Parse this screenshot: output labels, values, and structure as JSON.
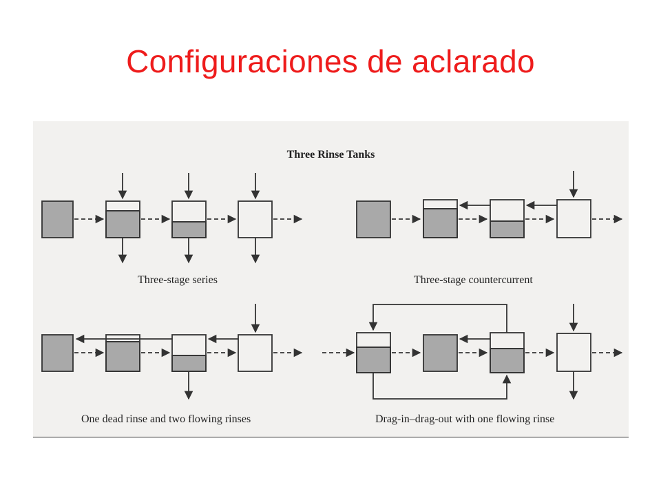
{
  "slide": {
    "title": "Configuraciones de aclarado"
  },
  "figure": {
    "heading": "Three Rinse Tanks",
    "captions": {
      "series": "Three-stage series",
      "countercurrent": "Three-stage countercurrent",
      "dead_rinse": "One dead rinse and two flowing rinses",
      "drag_in": "Drag-in–drag-out with one flowing rinse"
    }
  },
  "colors": {
    "title": "#ee1c1c",
    "tank_fill": "#a9a9a9",
    "stroke": "#333333",
    "figure_bg": "#f2f1ef"
  }
}
